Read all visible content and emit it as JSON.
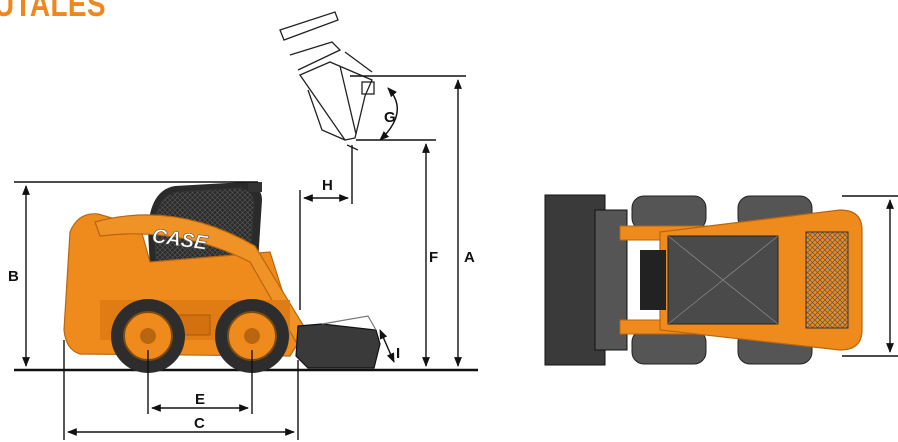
{
  "header": {
    "title": "UTALES"
  },
  "machine": {
    "brand_decal": "CASE"
  },
  "dimension_labels": {
    "a": "A",
    "b": "B",
    "c": "C",
    "e": "E",
    "f": "F",
    "g": "G",
    "h": "H",
    "i": "I"
  },
  "colors": {
    "title": "#f0861c",
    "machine_body": "#ef8a1c",
    "tire": "#2d2d2d",
    "lines": "#111111"
  }
}
